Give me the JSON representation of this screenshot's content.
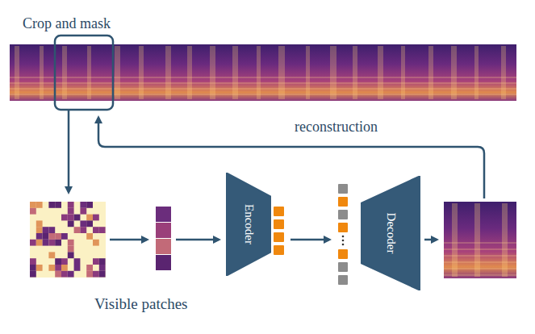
{
  "diagram": {
    "nodes": [
      {
        "text": [
          "Encoder"
        ]
      },
      {
        "text": [
          "Decoder"
        ]
      }
    ],
    "labels": [
      "Crop and mask",
      "reconstruction",
      "Visible patches"
    ]
  }
}
